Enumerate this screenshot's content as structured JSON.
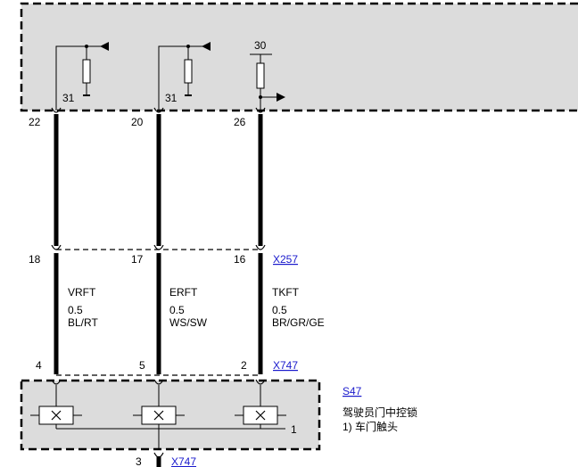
{
  "ecu_pins": [
    {
      "pin": "22",
      "ground": "31"
    },
    {
      "pin": "20",
      "ground": "31"
    },
    {
      "pin": "26",
      "supply": "30"
    }
  ],
  "connector_x257": {
    "id": "X257",
    "pins": [
      "18",
      "17",
      "16"
    ]
  },
  "wires": [
    {
      "signal": "VRFT",
      "gauge": "0.5",
      "color": "BL/RT"
    },
    {
      "signal": "ERFT",
      "gauge": "0.5",
      "color": "WS/SW"
    },
    {
      "signal": "TKFT",
      "gauge": "0.5",
      "color": "BR/GR/GE"
    }
  ],
  "connector_x747_top": {
    "id": "X747",
    "pins": [
      "4",
      "5",
      "2"
    ]
  },
  "component_s47": {
    "id": "S47",
    "name": "驾驶员门中控锁",
    "note": "1) 车门触头",
    "callout": "1"
  },
  "connector_x747_bottom": {
    "id": "X747",
    "pin": "3"
  }
}
